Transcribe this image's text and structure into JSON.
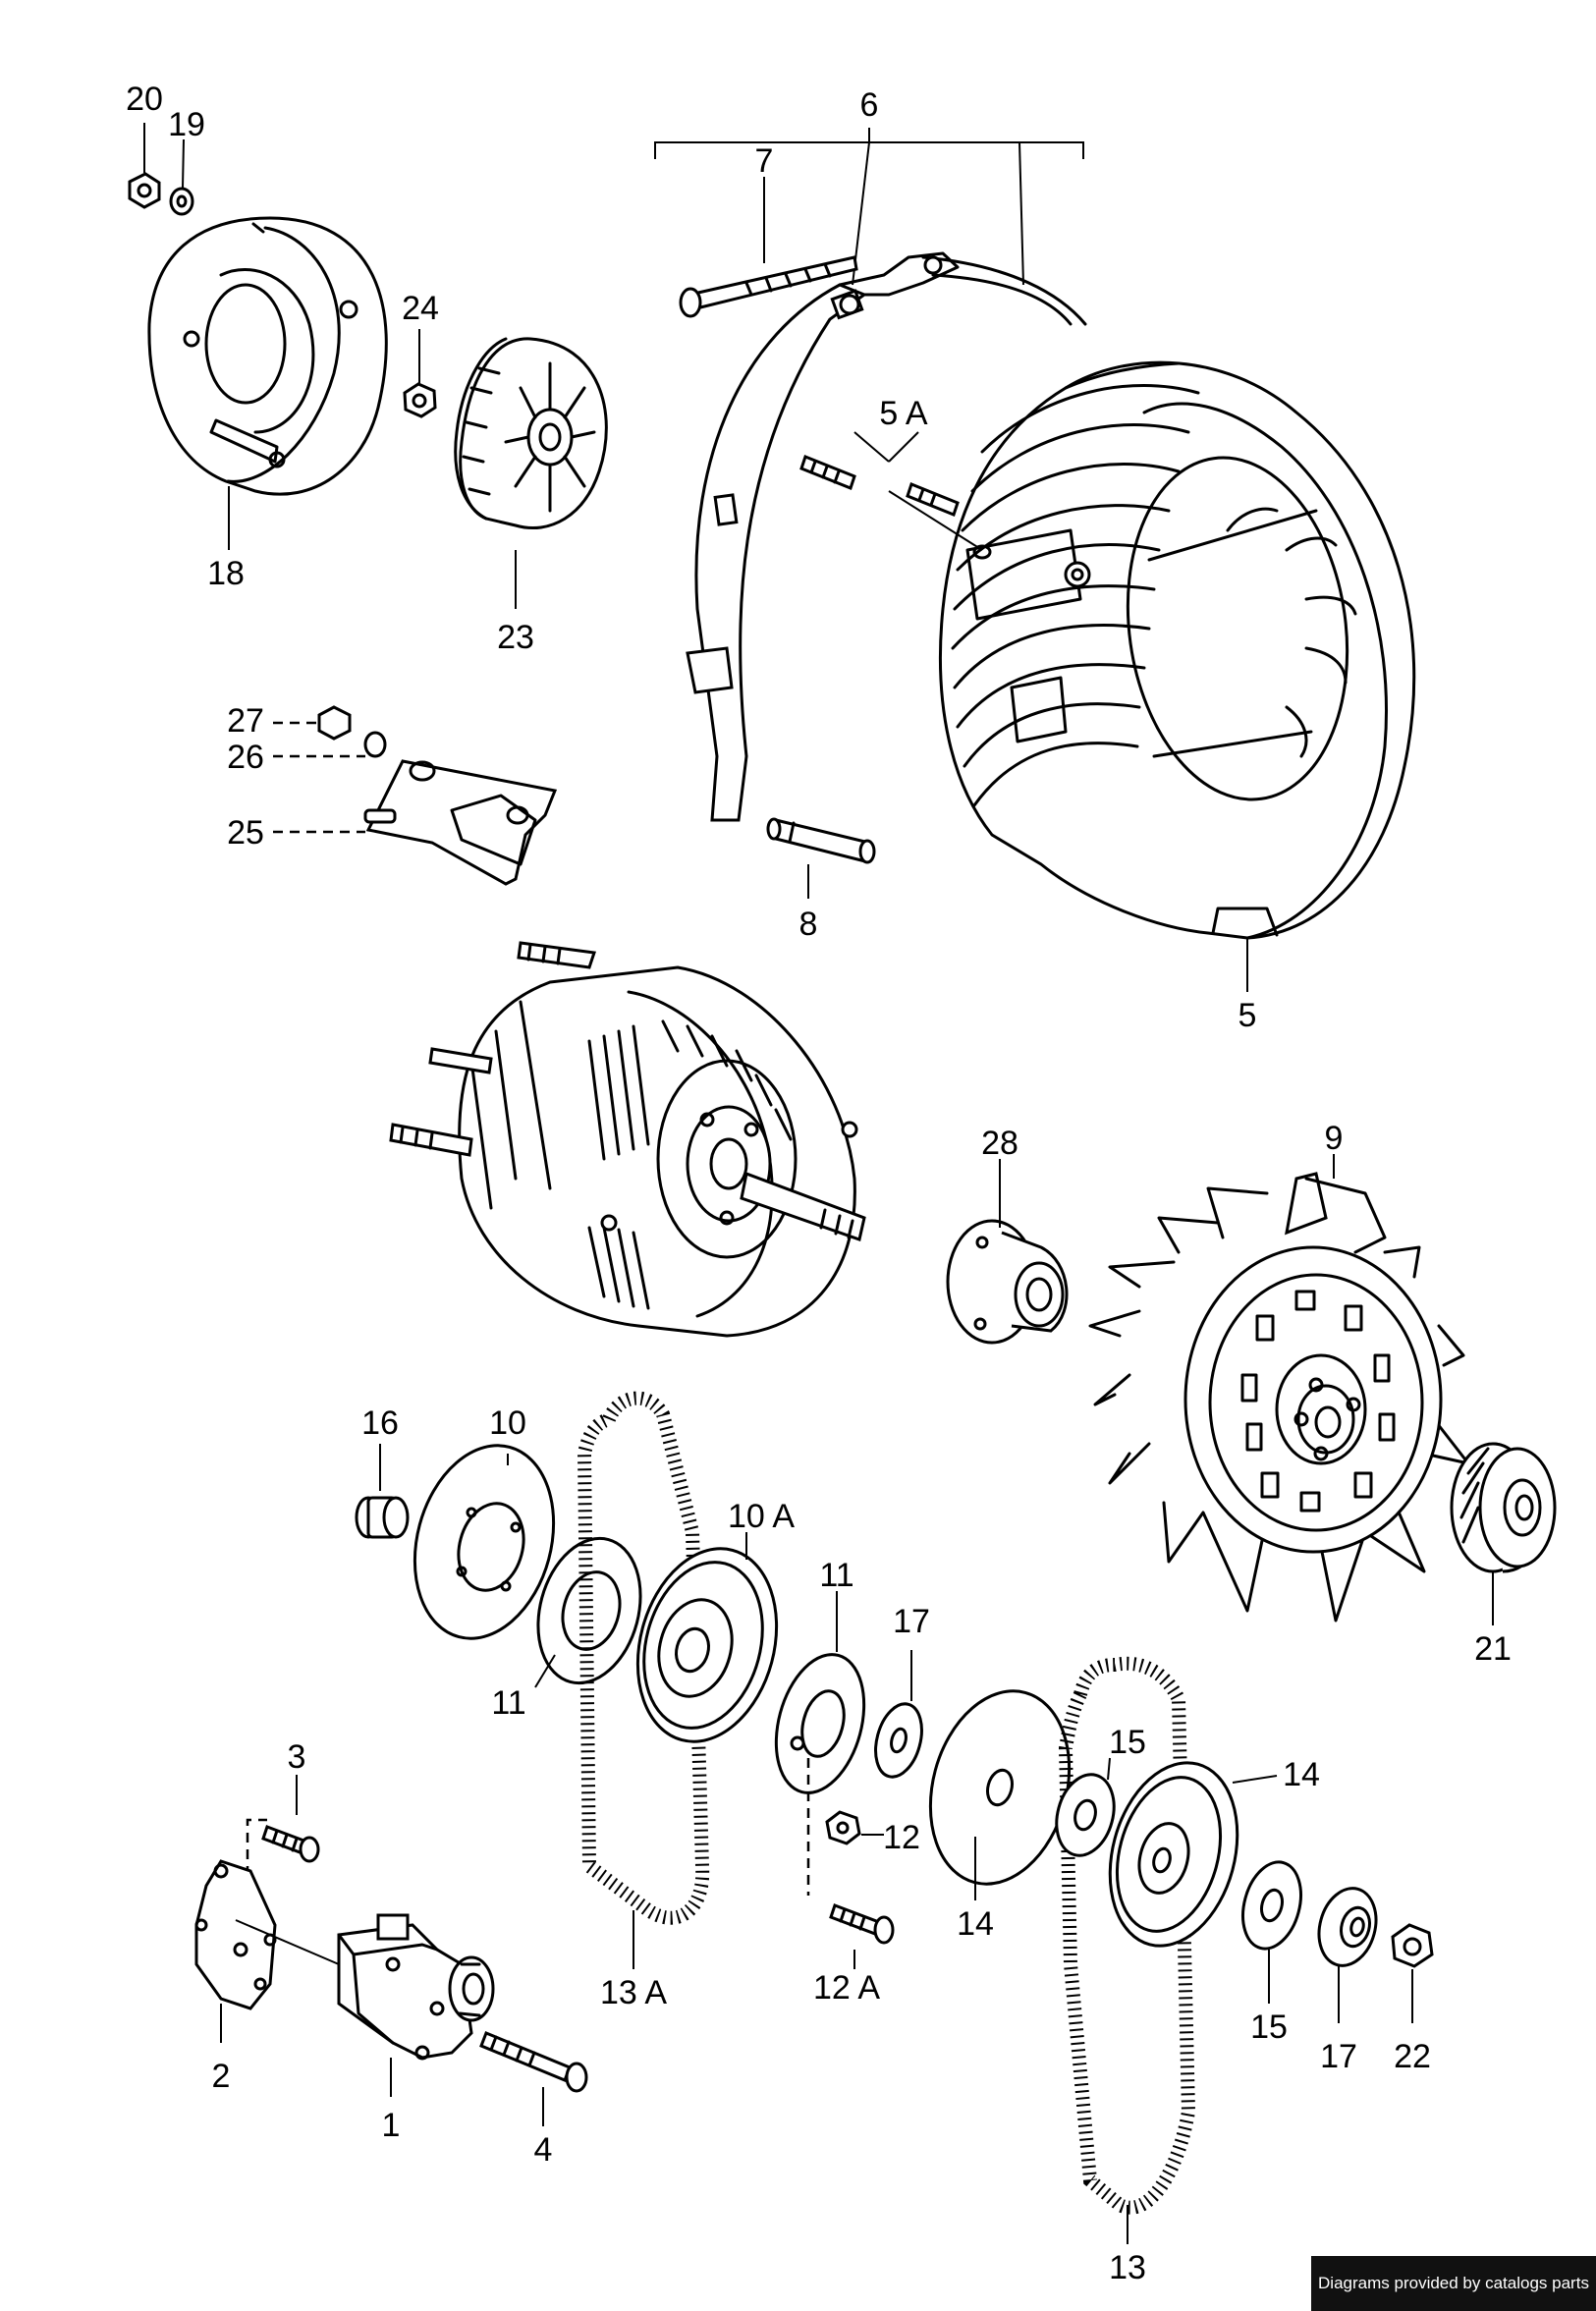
{
  "labels": {
    "l1": "1",
    "l2": "2",
    "l3": "3",
    "l4": "4",
    "l5": "5",
    "l5a": "5 A",
    "l6": "6",
    "l7": "7",
    "l8": "8",
    "l9": "9",
    "l10": "10",
    "l10a": "10 A",
    "l11a": "11",
    "l11b": "11",
    "l12": "12",
    "l12a": "12 A",
    "l13": "13",
    "l13a": "13 A",
    "l14a": "14",
    "l14b": "14",
    "l15a": "15",
    "l15b": "15",
    "l16": "16",
    "l17a": "17",
    "l17b": "17",
    "l18": "18",
    "l19": "19",
    "l20": "20",
    "l21": "21",
    "l22": "22",
    "l23": "23",
    "l24": "24",
    "l25": "25",
    "l26": "26",
    "l27": "27",
    "l28": "28"
  },
  "footer": {
    "credit": "Diagrams provided by catalogs parts"
  }
}
